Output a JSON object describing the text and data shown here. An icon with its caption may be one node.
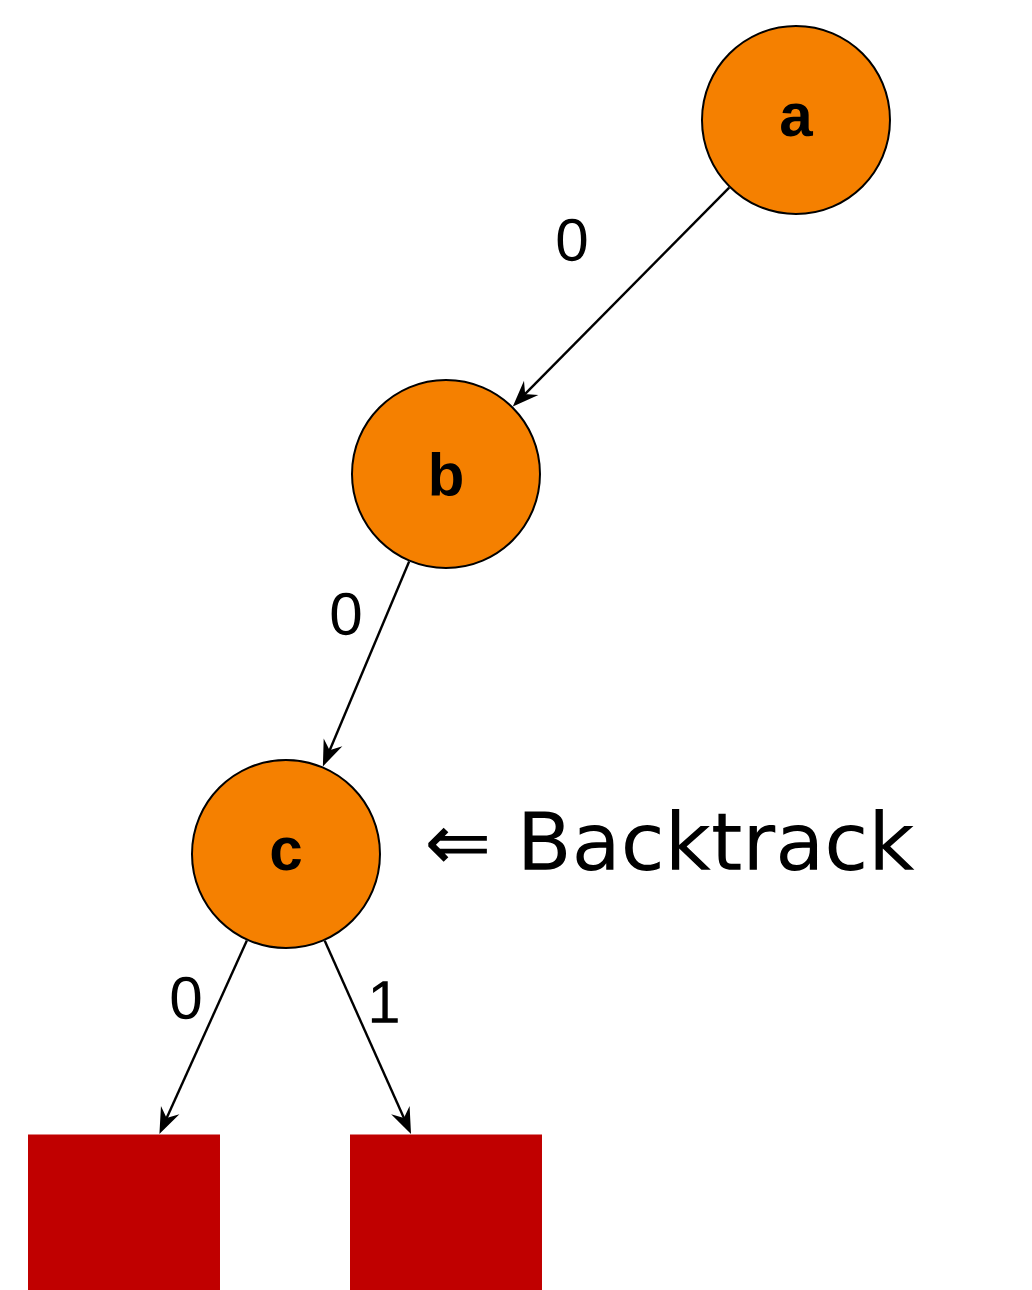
{
  "diagram": {
    "nodes": [
      {
        "text": [
          "a"
        ]
      },
      {
        "text": [
          "b"
        ]
      },
      {
        "text": [
          "c"
        ],
        "beside": [
          "⇐ Backtrack"
        ]
      },
      {
        "text": [],
        "shape": "box"
      },
      {
        "text": [],
        "shape": "box"
      }
    ],
    "edges": [
      {
        "from": 0,
        "to": 1,
        "arrow": "to",
        "label": "0"
      },
      {
        "from": 1,
        "to": 2,
        "arrow": "to",
        "label": "0"
      },
      {
        "from": 2,
        "to": 3,
        "arrow": "to",
        "label": "0"
      },
      {
        "from": 2,
        "to": 4,
        "arrow": "to",
        "label": "1"
      }
    ]
  }
}
